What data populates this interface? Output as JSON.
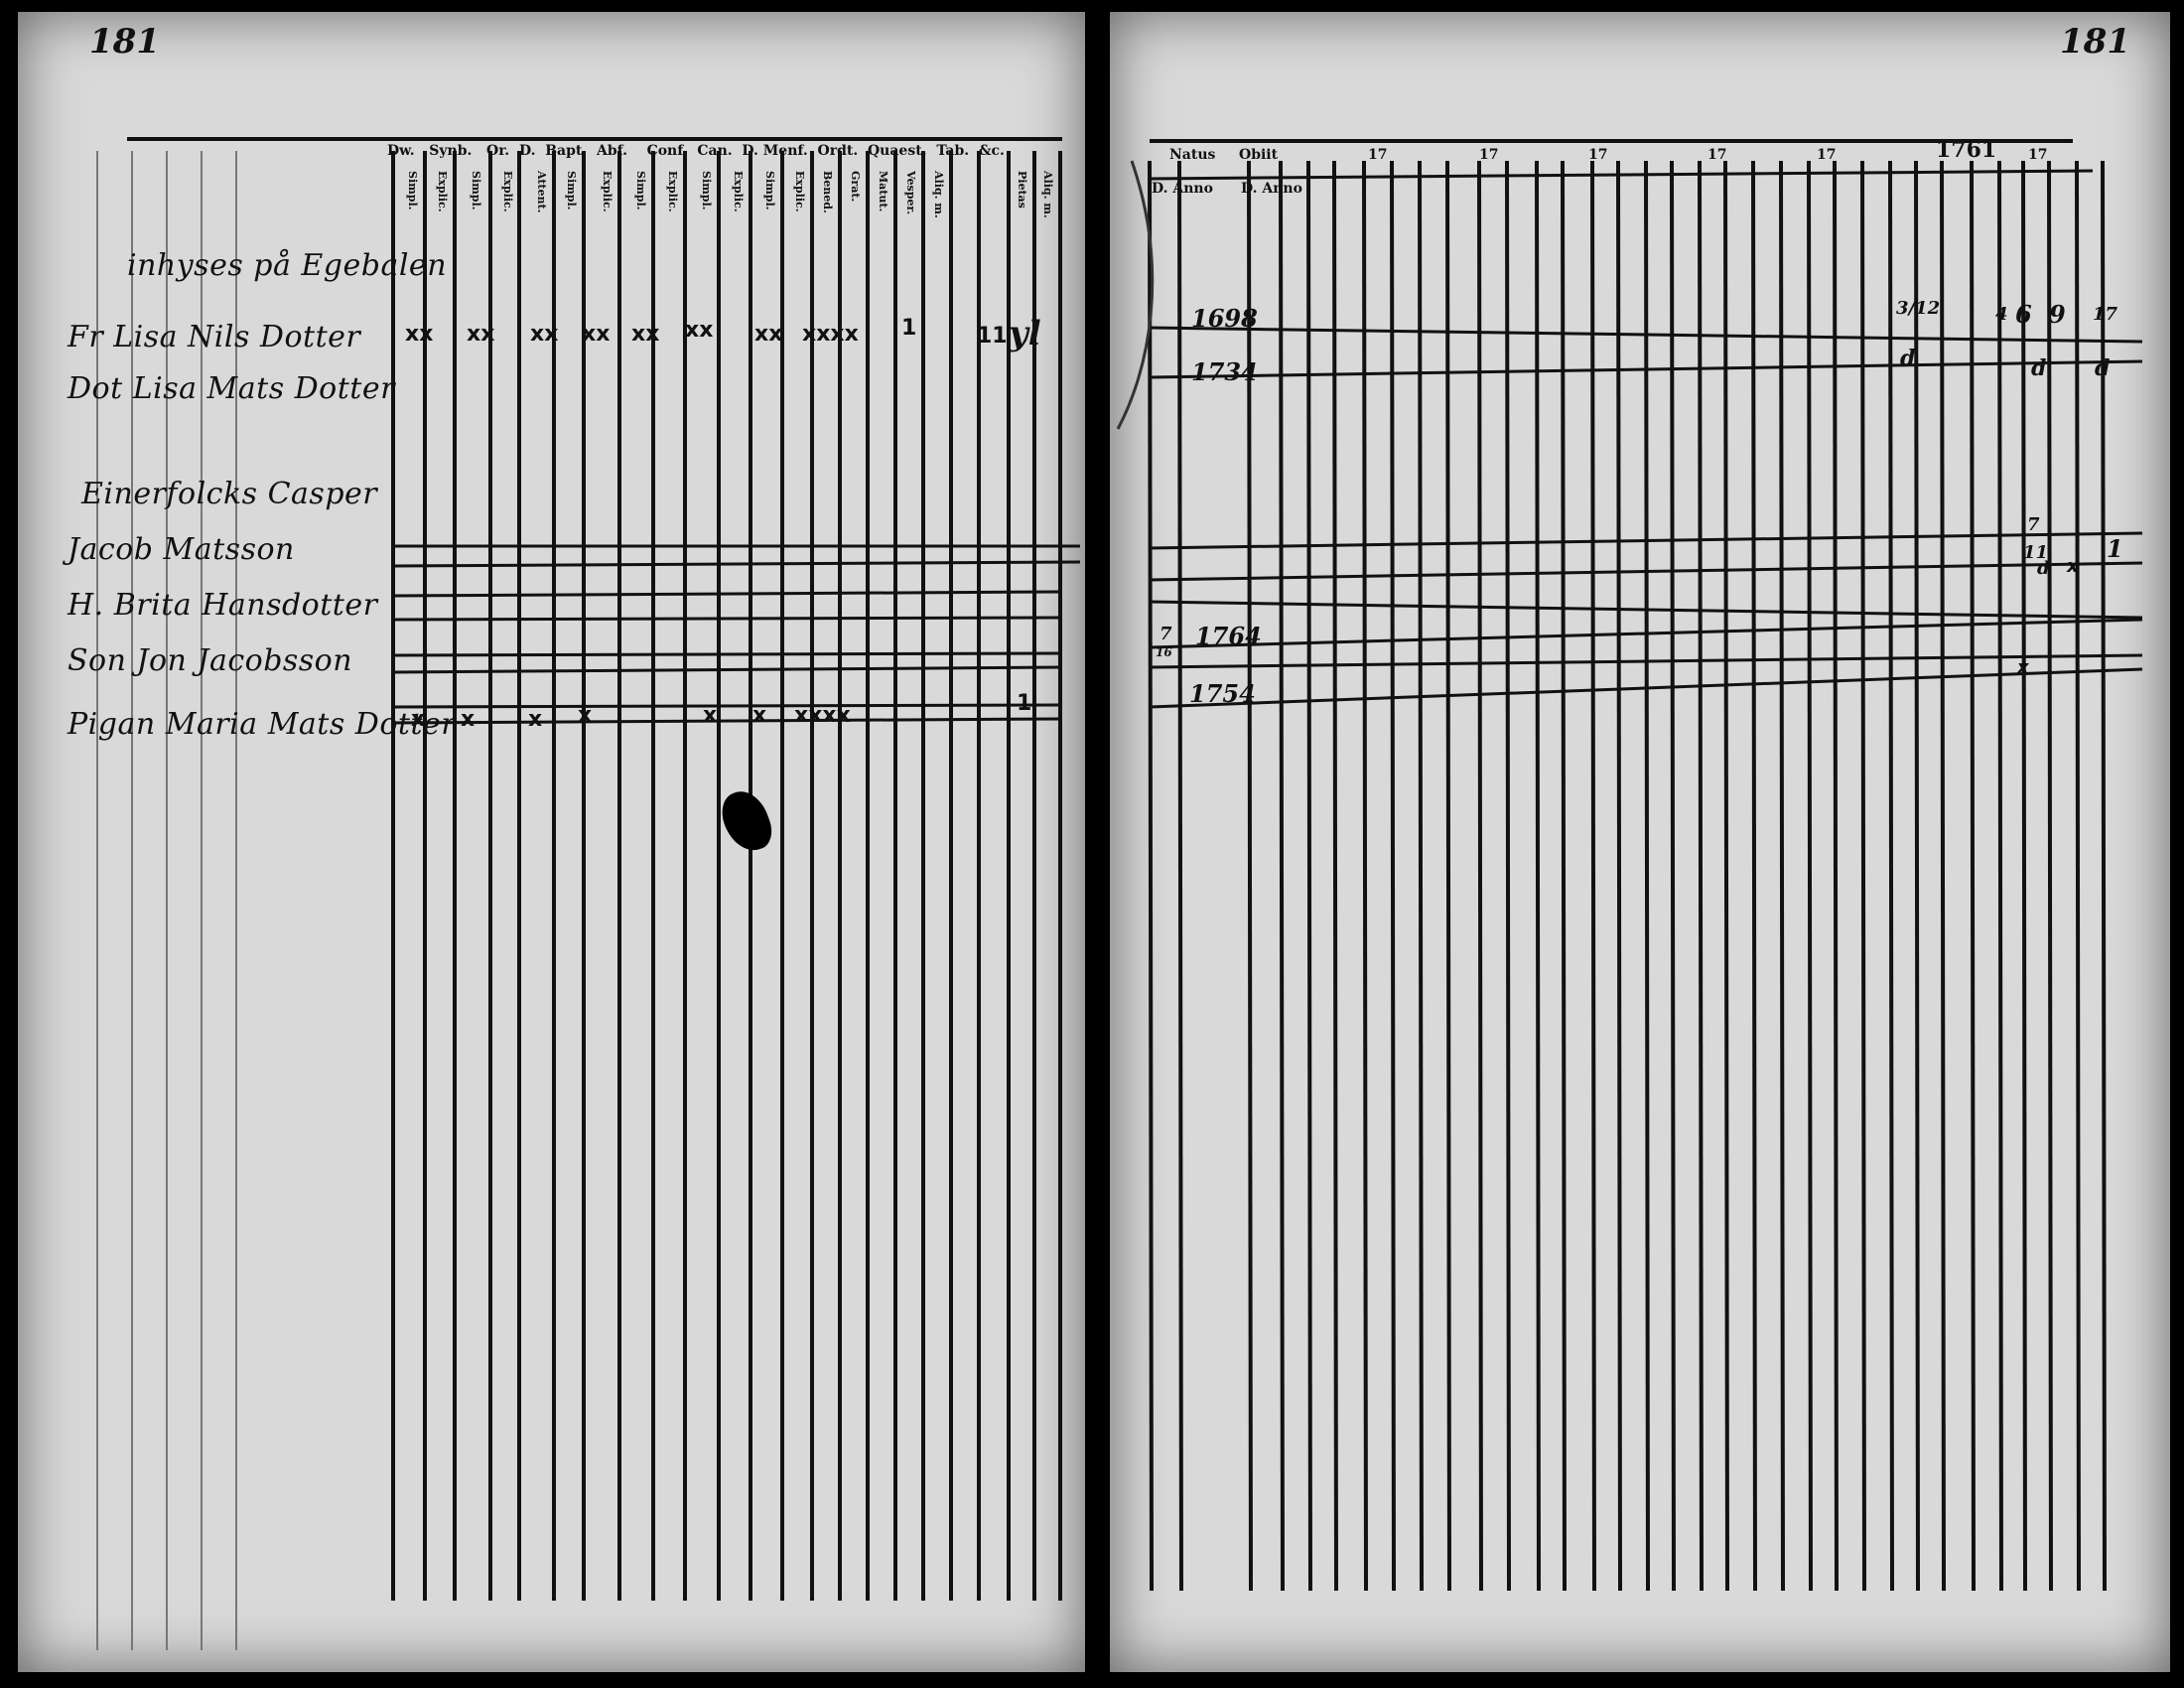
{
  "left_page": {
    "page_number": "181",
    "header_columns": [
      "Dw.",
      "Synb.",
      "Or.",
      "D.",
      "Bapt",
      "Abf.",
      "Conf.",
      "Can.",
      "D.",
      "Menf.",
      "Ordt.",
      "Quaest.",
      "Tab.",
      "&c."
    ],
    "sub_columns": [
      "Simpl.",
      "Explic.",
      "Simpl.",
      "Explic.",
      "Attent.",
      "Simpl.",
      "Explic.",
      "Simpl.",
      "Explic.",
      "Simpl.",
      "Explic.",
      "Simpl.",
      "Explic.",
      "Bened.",
      "Grat.",
      "Matut.",
      "Vesper.",
      "Aliq. m.",
      "Pietas",
      "Aliq. m."
    ],
    "rows": [
      {
        "name": "inhyses på Egebalen",
        "marks": []
      },
      {
        "name": "Fr Lisa Nils Dotter",
        "marks": [
          "xx",
          "xx",
          "xx",
          "xx",
          "xx",
          "xx",
          "xx",
          "xxxx",
          "1",
          "11",
          "yl"
        ]
      },
      {
        "name": "Dot Lisa Mats Dotter",
        "marks": []
      },
      {
        "name": "Einerfolcks Casper",
        "marks": []
      },
      {
        "name": "Jacob Matsson",
        "marks": []
      },
      {
        "name": "H. Brita Hansdotter",
        "marks": []
      },
      {
        "name": "Son Jon Jacobsson",
        "marks": []
      },
      {
        "name": "Pigan Maria Mats Dotter",
        "marks": [
          "x",
          "x",
          "x",
          "x",
          "x",
          "x",
          "xxxx",
          "1"
        ]
      }
    ]
  },
  "right_page": {
    "page_number": "181",
    "header_columns": [
      "Natus",
      "Obiit",
      "17",
      "17",
      "17",
      "17",
      "17",
      "1761",
      "17"
    ],
    "sub_header": [
      "D. Anno",
      "D. Anno"
    ],
    "entries": [
      {
        "year": "1698",
        "notes": [
          "3/12",
          "4",
          "6",
          "9",
          "17"
        ]
      },
      {
        "year": "1734",
        "notes": [
          "d",
          "d",
          "d"
        ]
      },
      {
        "year": "",
        "notes": [
          "7",
          "11",
          "d",
          "x",
          "1"
        ]
      },
      {
        "year": "1764",
        "notes": [
          "7",
          "16"
        ]
      },
      {
        "year": "1754",
        "notes": [
          "x"
        ]
      }
    ]
  },
  "colors": {
    "paper": "#d9d9d9",
    "ink": "#111111",
    "background": "#000000"
  }
}
